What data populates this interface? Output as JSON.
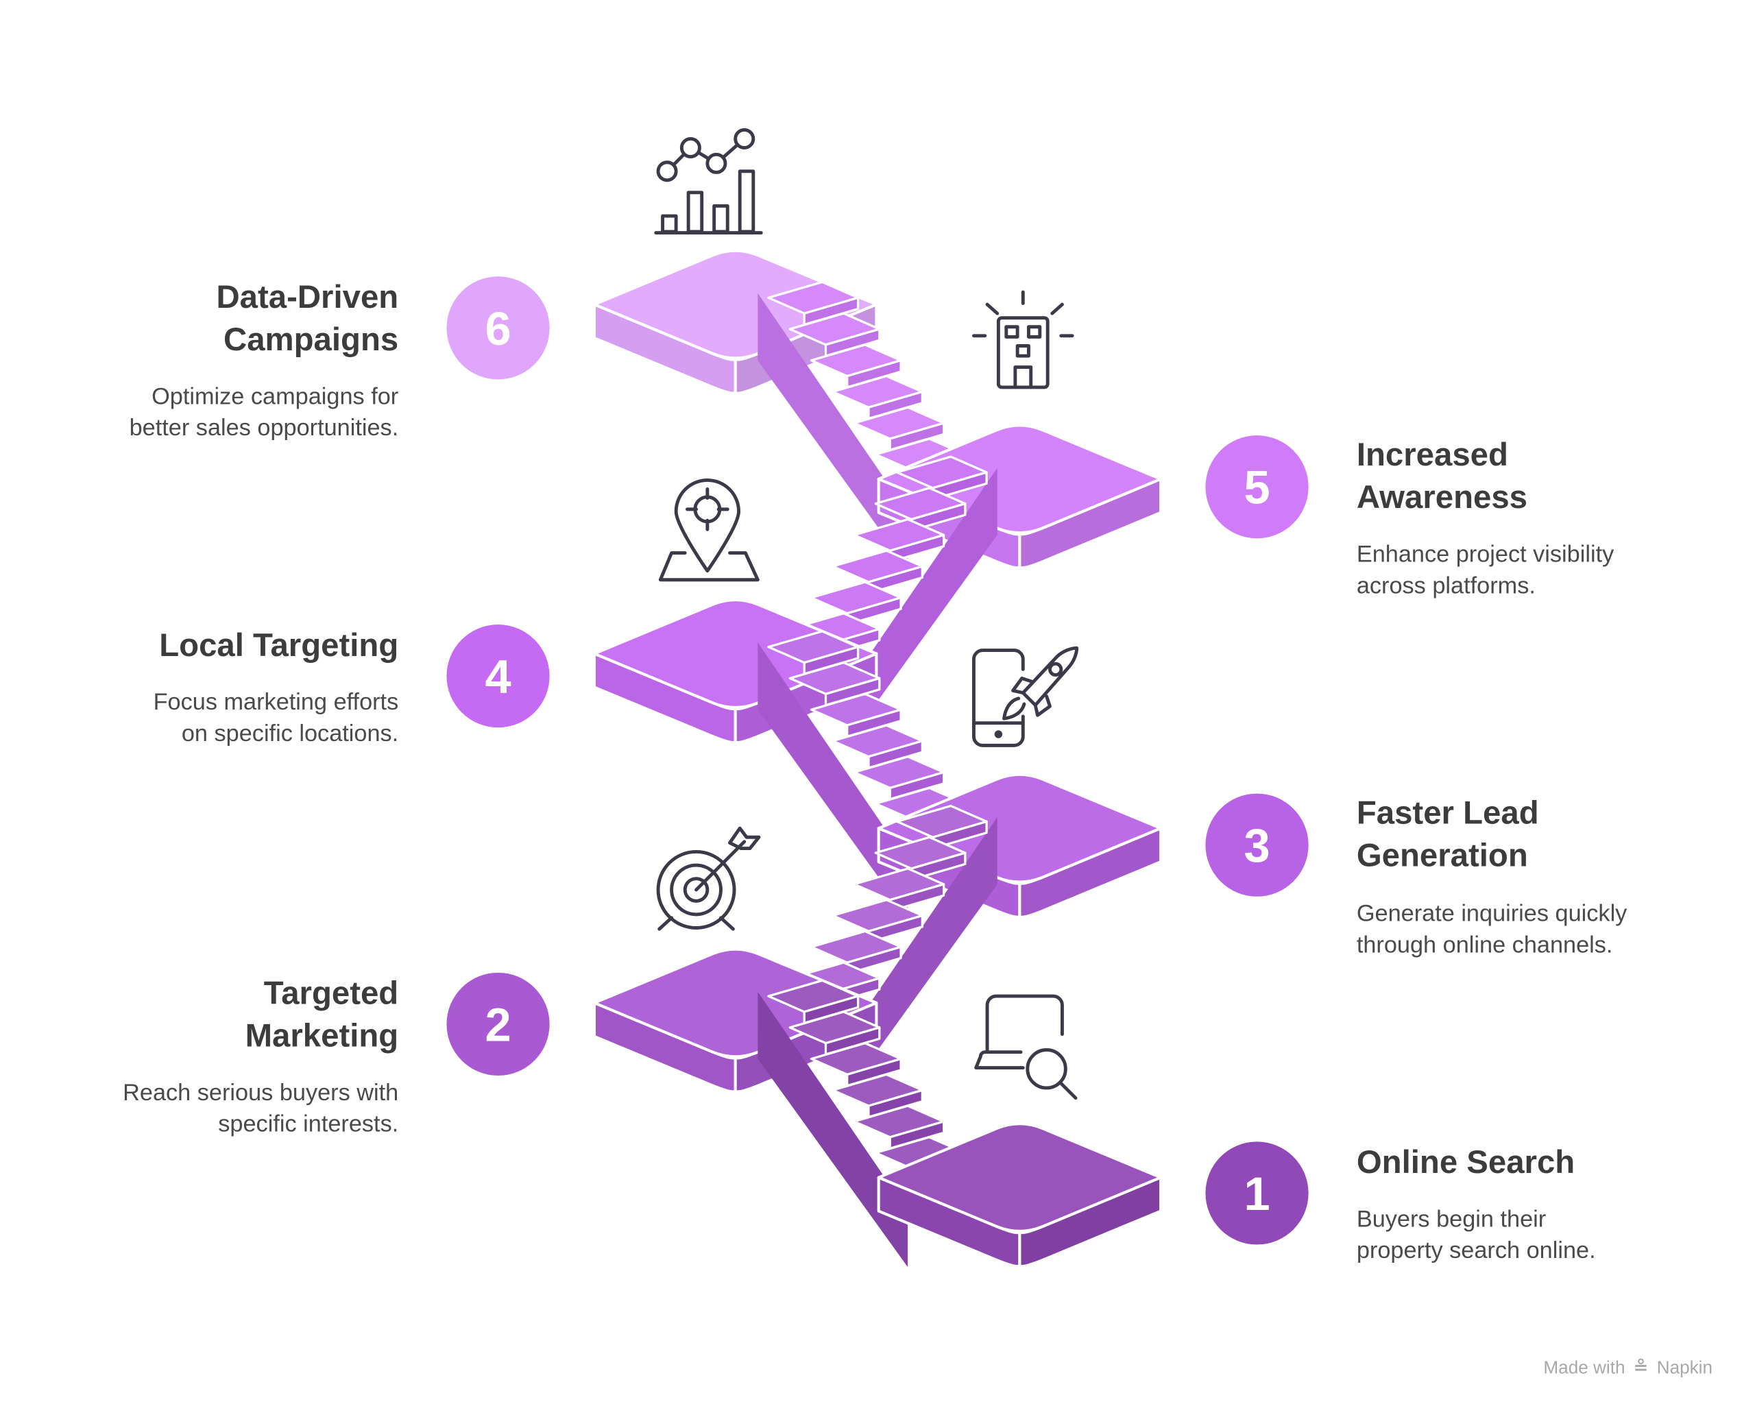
{
  "steps": [
    {
      "number": "1",
      "title": [
        "Online Search"
      ],
      "description": [
        "Buyers begin their",
        "property search online."
      ],
      "icon": "laptop-search-icon",
      "color": "#9249b8"
    },
    {
      "number": "2",
      "title": [
        "Targeted",
        "Marketing"
      ],
      "description": [
        "Reach serious buyers with",
        "specific interests."
      ],
      "icon": "target-arrow-icon",
      "color": "#a95ad3"
    },
    {
      "number": "3",
      "title": [
        "Faster Lead",
        "Generation"
      ],
      "description": [
        "Generate inquiries quickly",
        "through online channels."
      ],
      "icon": "phone-rocket-icon",
      "color": "#b863e5"
    },
    {
      "number": "4",
      "title": [
        "Local Targeting"
      ],
      "description": [
        "Focus marketing efforts",
        "on specific locations."
      ],
      "icon": "location-pin-icon",
      "color": "#c56af3"
    },
    {
      "number": "5",
      "title": [
        "Increased",
        "Awareness"
      ],
      "description": [
        "Enhance project visibility",
        "across platforms."
      ],
      "icon": "building-icon",
      "color": "#d07cfa"
    },
    {
      "number": "6",
      "title": [
        "Data-Driven",
        "Campaigns"
      ],
      "description": [
        "Optimize campaigns for",
        "better sales opportunities."
      ],
      "icon": "chart-analytics-icon",
      "color": "#e0a6fd"
    }
  ],
  "watermark": {
    "prefix": "Made with",
    "brand": "Napkin"
  }
}
